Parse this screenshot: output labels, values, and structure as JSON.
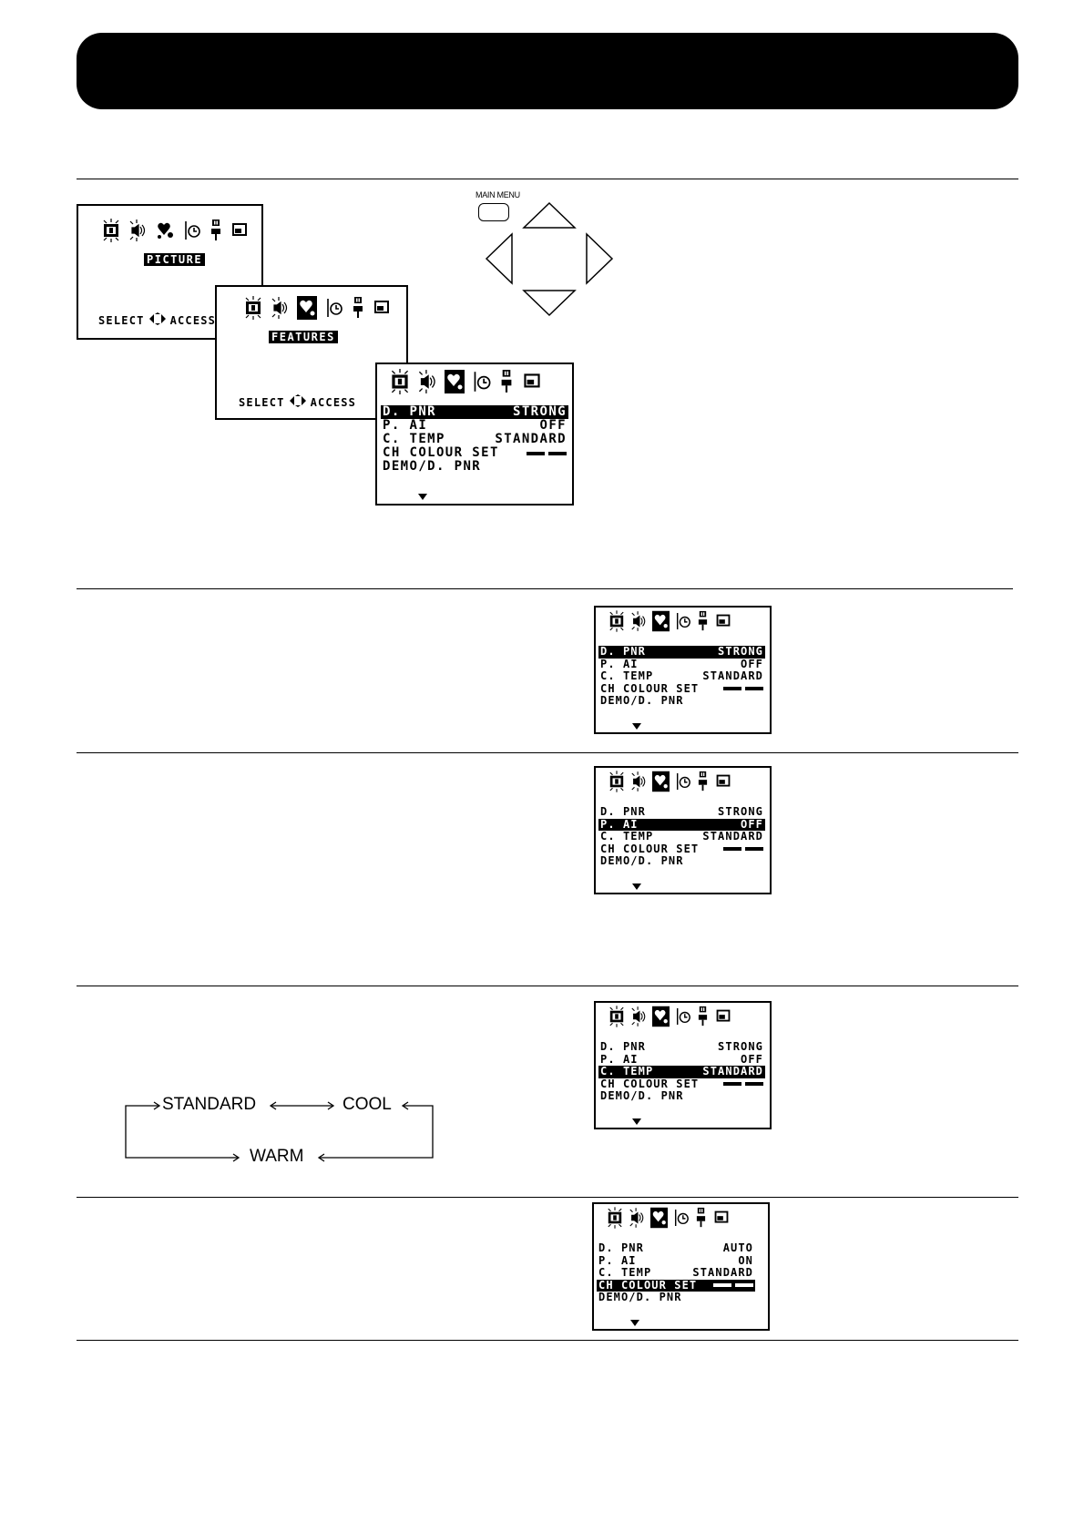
{
  "header": {
    "title": ""
  },
  "remote": {
    "main_menu_label": "MAIN MENU"
  },
  "menus": {
    "picture": {
      "title": "PICTURE",
      "select_text": "SELECT",
      "access_text": "ACCESS"
    },
    "features": {
      "title": "FEATURES",
      "select_text": "SELECT",
      "access_text": "ACCESS"
    }
  },
  "features_screens": [
    {
      "highlight": 0,
      "rows": [
        {
          "label": "D. PNR",
          "value": "STRONG"
        },
        {
          "label": "P. AI",
          "value": "OFF"
        },
        {
          "label": "C. TEMP",
          "value": "STANDARD"
        },
        {
          "label": "CH COLOUR SET",
          "value": "",
          "bars": true
        },
        {
          "label": "DEMO/D. PNR",
          "value": ""
        }
      ]
    },
    {
      "highlight": 0,
      "rows": [
        {
          "label": "D. PNR",
          "value": "STRONG"
        },
        {
          "label": "P. AI",
          "value": "OFF"
        },
        {
          "label": "C. TEMP",
          "value": "STANDARD"
        },
        {
          "label": "CH COLOUR SET",
          "value": "",
          "bars": true
        },
        {
          "label": "DEMO/D. PNR",
          "value": ""
        }
      ]
    },
    {
      "highlight": 1,
      "rows": [
        {
          "label": "D. PNR",
          "value": "STRONG"
        },
        {
          "label": "P. AI",
          "value": "OFF"
        },
        {
          "label": "C. TEMP",
          "value": "STANDARD"
        },
        {
          "label": "CH COLOUR SET",
          "value": "",
          "bars": true
        },
        {
          "label": "DEMO/D. PNR",
          "value": ""
        }
      ]
    },
    {
      "highlight": 2,
      "rows": [
        {
          "label": "D. PNR",
          "value": "STRONG"
        },
        {
          "label": "P. AI",
          "value": "OFF"
        },
        {
          "label": "C. TEMP",
          "value": "STANDARD"
        },
        {
          "label": "CH COLOUR SET",
          "value": "",
          "bars": true
        },
        {
          "label": "DEMO/D. PNR",
          "value": ""
        }
      ]
    },
    {
      "highlight": 3,
      "rows": [
        {
          "label": "D. PNR",
          "value": "AUTO"
        },
        {
          "label": "P. AI",
          "value": "ON"
        },
        {
          "label": "C. TEMP",
          "value": "STANDARD"
        },
        {
          "label": "CH COLOUR SET",
          "value": "",
          "bars": true
        },
        {
          "label": "DEMO/D. PNR",
          "value": ""
        }
      ]
    }
  ],
  "colour_temp_cycle": {
    "standard": "STANDARD",
    "cool": "COOL",
    "warm": "WARM"
  },
  "icon_names": [
    "picture-icon",
    "sound-icon",
    "features-icon",
    "timer-icon",
    "install-icon",
    "pip-icon"
  ]
}
